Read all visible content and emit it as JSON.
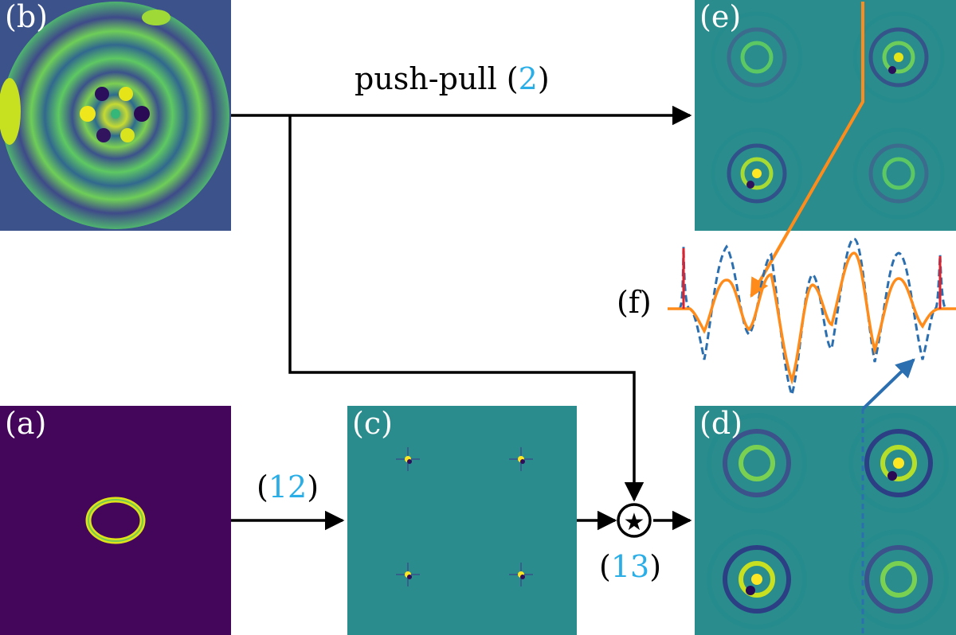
{
  "panels": {
    "a": {
      "label": "(a)"
    },
    "b": {
      "label": "(b)"
    },
    "c": {
      "label": "(c)"
    },
    "d": {
      "label": "(d)"
    },
    "e": {
      "label": "(e)"
    },
    "f": {
      "label": "(f)"
    }
  },
  "arrows": {
    "push_pull": {
      "text": "push-pull (",
      "ref": "2",
      "close": ")"
    },
    "eq12": {
      "open": "(",
      "ref": "12",
      "close": ")"
    },
    "eq13": {
      "open": "(",
      "ref": "13",
      "close": ")"
    }
  },
  "operator": {
    "symbol": "★"
  },
  "colors": {
    "panel_bg_teal": "#2a8c8c",
    "panel_bg_purple": "#44065a",
    "ring_yellow": "#e8e51a",
    "reference_blue": "#29aee8",
    "orange_line": "#ff8c1a",
    "blue_dashed": "#2b6fb0",
    "red_peak": "#e0202a"
  }
}
